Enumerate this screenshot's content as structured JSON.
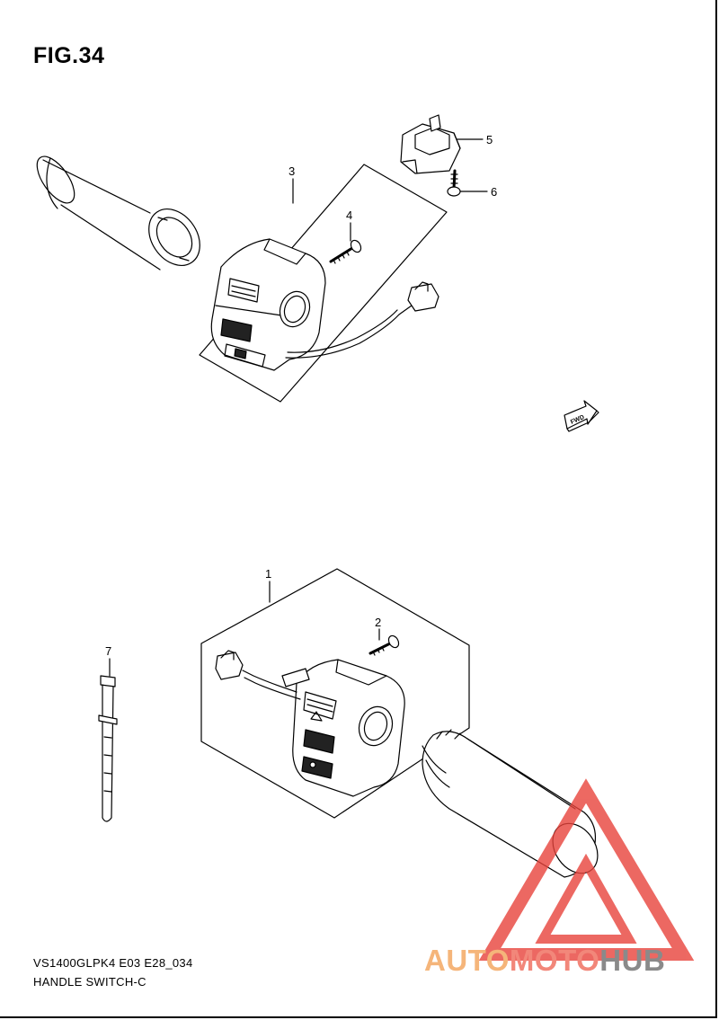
{
  "figure": {
    "title": "FIG.34"
  },
  "callouts": {
    "c1": "1",
    "c2": "2",
    "c3": "3",
    "c4": "4",
    "c5": "5",
    "c6": "6",
    "c7": "7"
  },
  "fwd_label": "FWD",
  "footer": {
    "model_code": "VS1400GLPK4 E03 E28_034",
    "section_name": "HANDLE SWITCH-C"
  },
  "watermark": {
    "part1": "AUTO",
    "part2": "MOTO",
    "part3": "HUB"
  },
  "colors": {
    "line": "#000000",
    "watermark_red": "#e8433b",
    "watermark_orange": "#f5b57a",
    "watermark_grey": "#8a8a8a"
  }
}
